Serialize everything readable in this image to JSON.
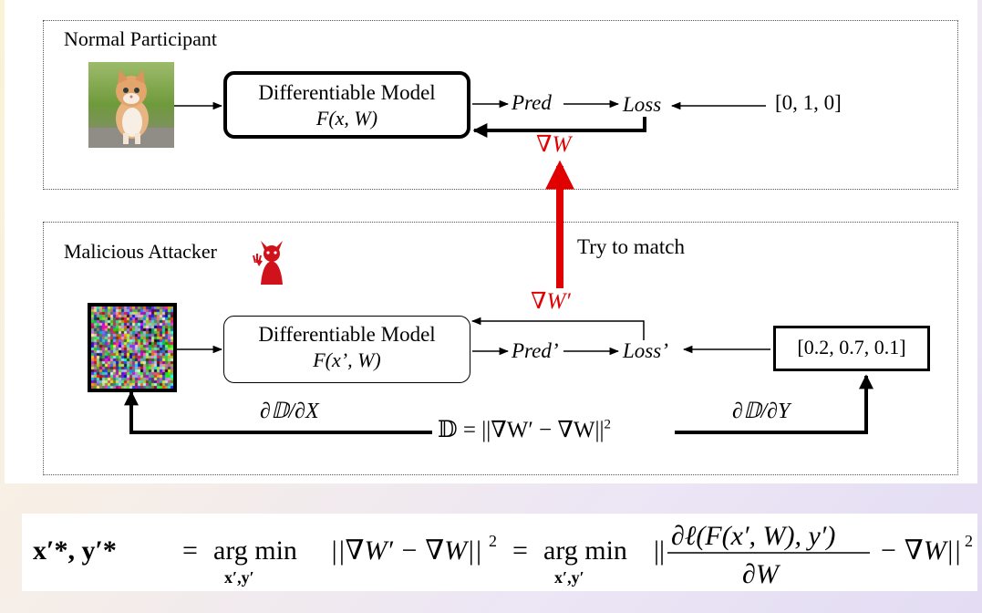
{
  "normal": {
    "title": "Normal Participant",
    "model_name": "Differentiable Model",
    "model_fn": "F(x, W)",
    "pred": "Pred",
    "loss": "Loss",
    "label_vec": "[0, 1, 0]",
    "grad": "∇W"
  },
  "attacker": {
    "title": "Malicious Attacker",
    "model_name": "Differentiable Model",
    "model_fn": "F(x’, W)",
    "pred": "Pred’",
    "loss": "Loss’",
    "label_vec": "[0.2, 0.7, 0.1]",
    "grad": "∇W′",
    "d_dx": "∂𝔻/∂X",
    "d_dy": "∂𝔻/∂Y",
    "distance": "𝔻 = ||∇W′ − ∇W||",
    "distance_exp": "2"
  },
  "match_label": "Try to match",
  "formula": {
    "lhs": "x′*, y′*",
    "argmin": "arg min",
    "sub": "x′,y′",
    "norm_term": "||∇W′ − ∇W||",
    "numerator": "∂ℓ(F(x′, W), y′)",
    "denominator": "∂W",
    "tail": "− ∇W||",
    "exp": "2"
  },
  "colors": {
    "accent_red": "#e00000"
  }
}
